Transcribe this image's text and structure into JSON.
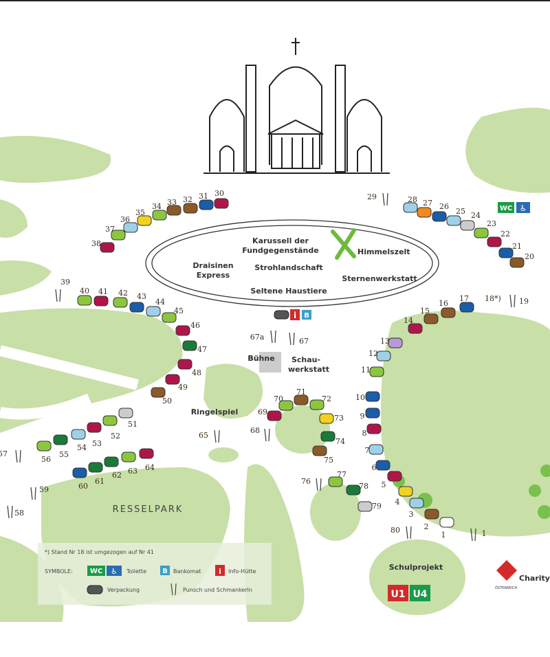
{
  "colors": {
    "green_area": "#c8dfa8",
    "path": "#ffffff",
    "stall_outline": "#333333",
    "wc": "#1a9b4a",
    "accessible": "#2b6bb3",
    "bank": "#3aa0c8",
    "info": "#d42a2a",
    "u1": "#d42a2a",
    "u4": "#1a9b4a"
  },
  "areas": {
    "karussell": "Karussell der Fundgegenstände",
    "himmelszelt": "Himmelszelt",
    "draisinen": "Draisinen Express",
    "strohlandschaft": "Strohlandschaft",
    "sternenwerkstatt": "Sternenwerkstatt",
    "haustiere": "Seltene Haustiere",
    "buehne": "Bühne",
    "schauwerkstatt": "Schau-werkstatt",
    "ringelspiel": "Ringelspiel",
    "resselpark": "RESSELPARK",
    "schulprojekt": "Schulprojekt"
  },
  "transit": {
    "u1": "U1",
    "u4": "U4"
  },
  "wc_label": "WC",
  "info_symbol": "i",
  "bank_symbol": "B",
  "charity": {
    "name": "Charity",
    "sub": "ÖSTERREICH"
  },
  "legend": {
    "footnote": "*) Stand Nr 18 ist umgezogen auf Nr 41",
    "symbols_label": "SYMBOLE:",
    "wc_text": "WC",
    "toilet": "Toilette",
    "bank": "Bankomat",
    "info": "Info-Hütte",
    "packaging": "Verpackung",
    "punsch": "Punsch und Schmankerln"
  },
  "stand_18": "18*)",
  "stalls": [
    {
      "n": "1",
      "c": "#ffffff"
    },
    {
      "n": "2",
      "c": "#8a5a2b"
    },
    {
      "n": "3",
      "c": "#9fd0e8"
    },
    {
      "n": "4",
      "c": "#f2d21f"
    },
    {
      "n": "5",
      "c": "#b0154a"
    },
    {
      "n": "6",
      "c": "#1a5da8"
    },
    {
      "n": "7",
      "c": "#9fd0e8"
    },
    {
      "n": "8",
      "c": "#b0154a"
    },
    {
      "n": "9",
      "c": "#1a5da8"
    },
    {
      "n": "10",
      "c": "#1a5da8"
    },
    {
      "n": "11",
      "c": "#8cc63f"
    },
    {
      "n": "12",
      "c": "#9fd0e8"
    },
    {
      "n": "13",
      "c": "#b99ad6"
    },
    {
      "n": "14",
      "c": "#b0154a"
    },
    {
      "n": "15",
      "c": "#8a5a2b"
    },
    {
      "n": "16",
      "c": "#8a5a2b"
    },
    {
      "n": "17",
      "c": "#1a5da8"
    },
    {
      "n": "20",
      "c": "#8a5a2b"
    },
    {
      "n": "21",
      "c": "#1a5da8"
    },
    {
      "n": "22",
      "c": "#b0154a"
    },
    {
      "n": "23",
      "c": "#8cc63f"
    },
    {
      "n": "24",
      "c": "#cccccc"
    },
    {
      "n": "25",
      "c": "#9fd0e8"
    },
    {
      "n": "26",
      "c": "#1a5da8"
    },
    {
      "n": "27",
      "c": "#f28a1f"
    },
    {
      "n": "28",
      "c": "#9fd0e8"
    },
    {
      "n": "30",
      "c": "#b0154a"
    },
    {
      "n": "31",
      "c": "#1a5da8"
    },
    {
      "n": "32",
      "c": "#8a5a2b"
    },
    {
      "n": "33",
      "c": "#8a5a2b"
    },
    {
      "n": "34",
      "c": "#8cc63f"
    },
    {
      "n": "35",
      "c": "#f2d21f"
    },
    {
      "n": "36",
      "c": "#9fd0e8"
    },
    {
      "n": "37",
      "c": "#8cc63f"
    },
    {
      "n": "38",
      "c": "#b0154a"
    },
    {
      "n": "40",
      "c": "#8cc63f"
    },
    {
      "n": "41",
      "c": "#b0154a"
    },
    {
      "n": "42",
      "c": "#8cc63f"
    },
    {
      "n": "43",
      "c": "#1a5da8"
    },
    {
      "n": "44",
      "c": "#9fd0e8"
    },
    {
      "n": "45",
      "c": "#8cc63f"
    },
    {
      "n": "46",
      "c": "#b0154a"
    },
    {
      "n": "47",
      "c": "#1a7a3a"
    },
    {
      "n": "48",
      "c": "#b0154a"
    },
    {
      "n": "49",
      "c": "#b0154a"
    },
    {
      "n": "50",
      "c": "#8a5a2b"
    },
    {
      "n": "51",
      "c": "#cccccc"
    },
    {
      "n": "52",
      "c": "#8cc63f"
    },
    {
      "n": "53",
      "c": "#b0154a"
    },
    {
      "n": "54",
      "c": "#9fd0e8"
    },
    {
      "n": "55",
      "c": "#1a7a3a"
    },
    {
      "n": "56",
      "c": "#8cc63f"
    },
    {
      "n": "60",
      "c": "#1a5da8"
    },
    {
      "n": "61",
      "c": "#1a7a3a"
    },
    {
      "n": "62",
      "c": "#1a7a3a"
    },
    {
      "n": "63",
      "c": "#8cc63f"
    },
    {
      "n": "64",
      "c": "#b0154a"
    },
    {
      "n": "69",
      "c": "#b0154a"
    },
    {
      "n": "70",
      "c": "#8cc63f"
    },
    {
      "n": "71",
      "c": "#8a5a2b"
    },
    {
      "n": "72",
      "c": "#8cc63f"
    },
    {
      "n": "73",
      "c": "#f2d21f"
    },
    {
      "n": "74",
      "c": "#1a7a3a"
    },
    {
      "n": "75",
      "c": "#8a5a2b"
    },
    {
      "n": "77",
      "c": "#8cc63f"
    },
    {
      "n": "78",
      "c": "#1a7a3a"
    },
    {
      "n": "79",
      "c": "#cccccc"
    }
  ],
  "punsch_marks": [
    "19",
    "29",
    "39",
    "57",
    "58",
    "59",
    "65",
    "67",
    "67a",
    "68",
    "76",
    "80",
    "1"
  ]
}
